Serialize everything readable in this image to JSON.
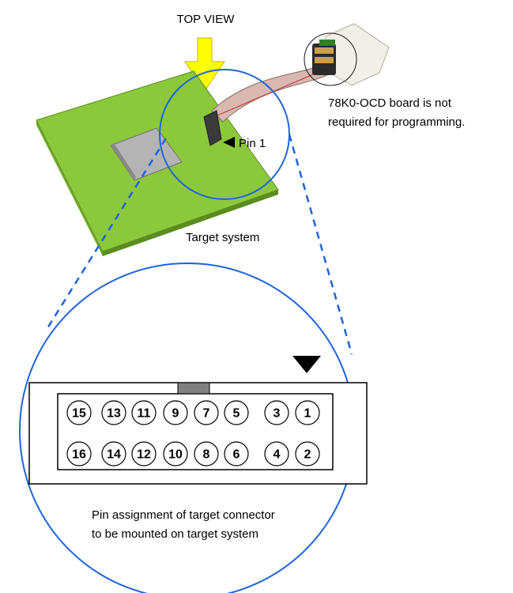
{
  "labels": {
    "top_view": "TOP VIEW",
    "ocd_note_line1": "78K0-OCD board is not",
    "ocd_note_line2": "required for programming.",
    "pin1": "Pin 1",
    "target_system": "Target system",
    "caption_line1": "Pin assignment of target connector",
    "caption_line2": "to be mounted on target system"
  },
  "connector": {
    "top_row": [
      "15",
      "13",
      "11",
      "9",
      "7",
      "5",
      "3",
      "1"
    ],
    "bottom_row": [
      "16",
      "14",
      "12",
      "10",
      "8",
      "6",
      "4",
      "2"
    ]
  },
  "colors": {
    "board_green": "#8cc83c",
    "board_edge": "#5a8c1e",
    "circle_blue": "#1e64dc",
    "arrow_yellow": "#ffff00",
    "chip_gray": "#b4b4b4",
    "notch_gray": "#808080",
    "cable": "#d8b8b0"
  }
}
